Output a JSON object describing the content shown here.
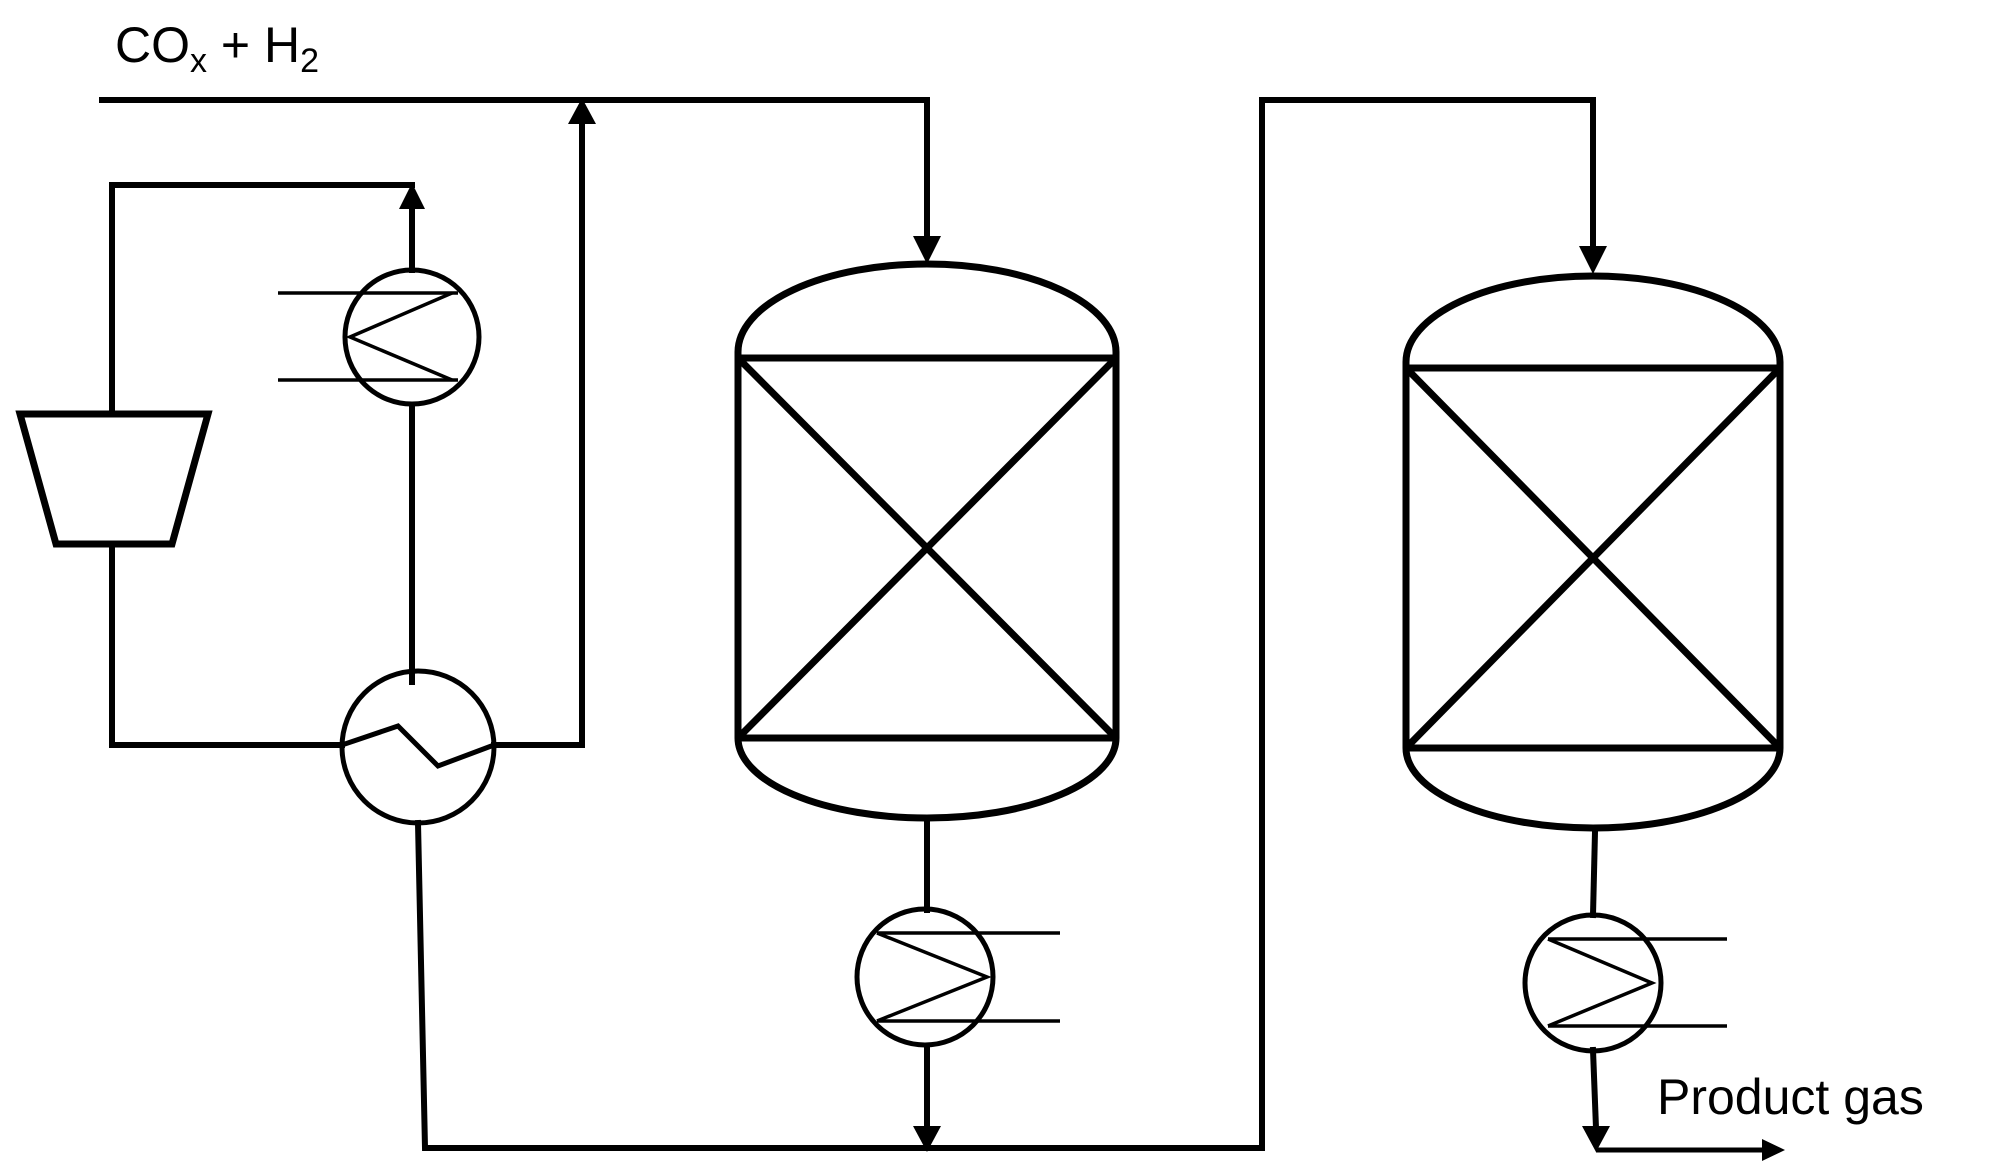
{
  "labels": {
    "feed": {
      "main_1": "CO",
      "sub_1": "x",
      "main_2": " + H",
      "sub_2": "2"
    },
    "product": "Product gas"
  },
  "colors": {
    "line": "#000000",
    "background": "#ffffff"
  },
  "components": [
    "compressor",
    "heat-exchanger-top",
    "feed-effluent-heat-exchanger",
    "reactor-1",
    "cooler-1",
    "reactor-2",
    "cooler-2"
  ]
}
